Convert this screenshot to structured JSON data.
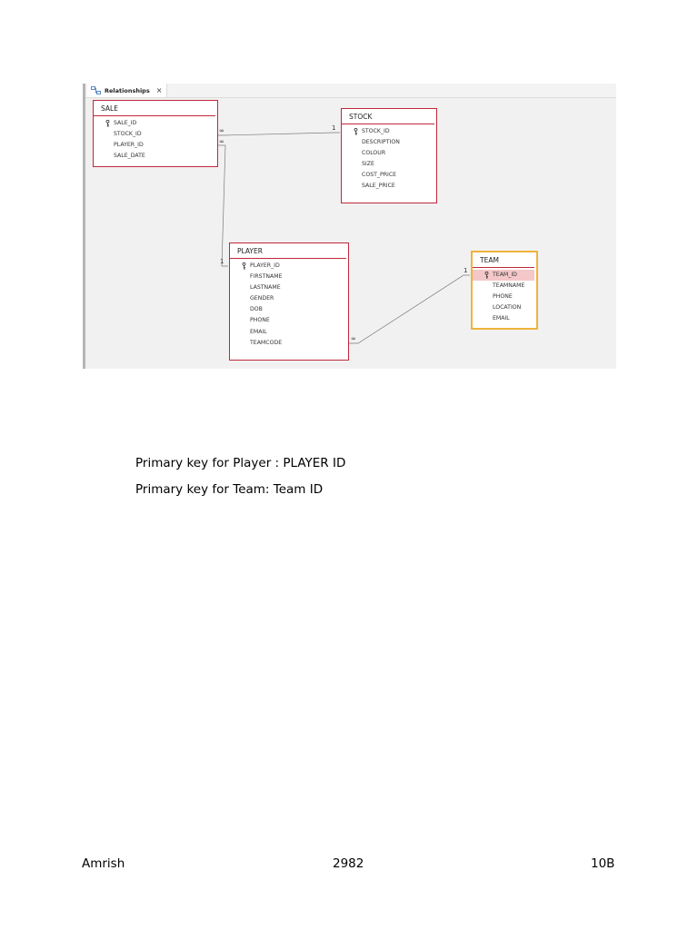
{
  "window": {
    "tab_label": "Relationships",
    "tab_close": "×",
    "tab_icon": "relationships-icon"
  },
  "tables": {
    "sale": {
      "name": "SALE",
      "fields": [
        "SALE_ID",
        "STOCK_ID",
        "PLAYER_ID",
        "SALE_DATE"
      ],
      "primary_key": "SALE_ID"
    },
    "stock": {
      "name": "STOCK",
      "fields": [
        "STOCK_ID",
        "DESCRIPTION",
        "COLOUR",
        "SIZE",
        "COST_PRICE",
        "SALE_PRICE"
      ],
      "primary_key": "STOCK_ID"
    },
    "player": {
      "name": "PLAYER",
      "fields": [
        "PLAYER_ID",
        "FIRSTNAME",
        "LASTNAME",
        "GENDER",
        "DOB",
        "PHONE",
        "EMAIL",
        "TEAMCODE"
      ],
      "primary_key": "PLAYER_ID"
    },
    "team": {
      "name": "TEAM",
      "fields": [
        "TEAM_ID",
        "TEAMNAME",
        "PHONE",
        "LOCATION",
        "EMAIL"
      ],
      "primary_key": "TEAM_ID",
      "selected": true,
      "highlighted_field": "TEAM_ID"
    }
  },
  "relationships": {
    "sale_stock": {
      "many": "∞",
      "one": "1"
    },
    "sale_player": {
      "many": "∞",
      "one": "1"
    },
    "player_team": {
      "many": "∞",
      "one": "1"
    }
  },
  "document": {
    "line1": "Primary key for Player : PLAYER ID",
    "line2": "Primary key for Team: Team ID"
  },
  "footer": {
    "name": "Amrish",
    "number": "2982",
    "class": "10B"
  },
  "colors": {
    "table_border": "#c0283a",
    "selected_border": "#f0b33c",
    "highlight_row": "#f4c7c9",
    "canvas": "#f1f1f1"
  }
}
